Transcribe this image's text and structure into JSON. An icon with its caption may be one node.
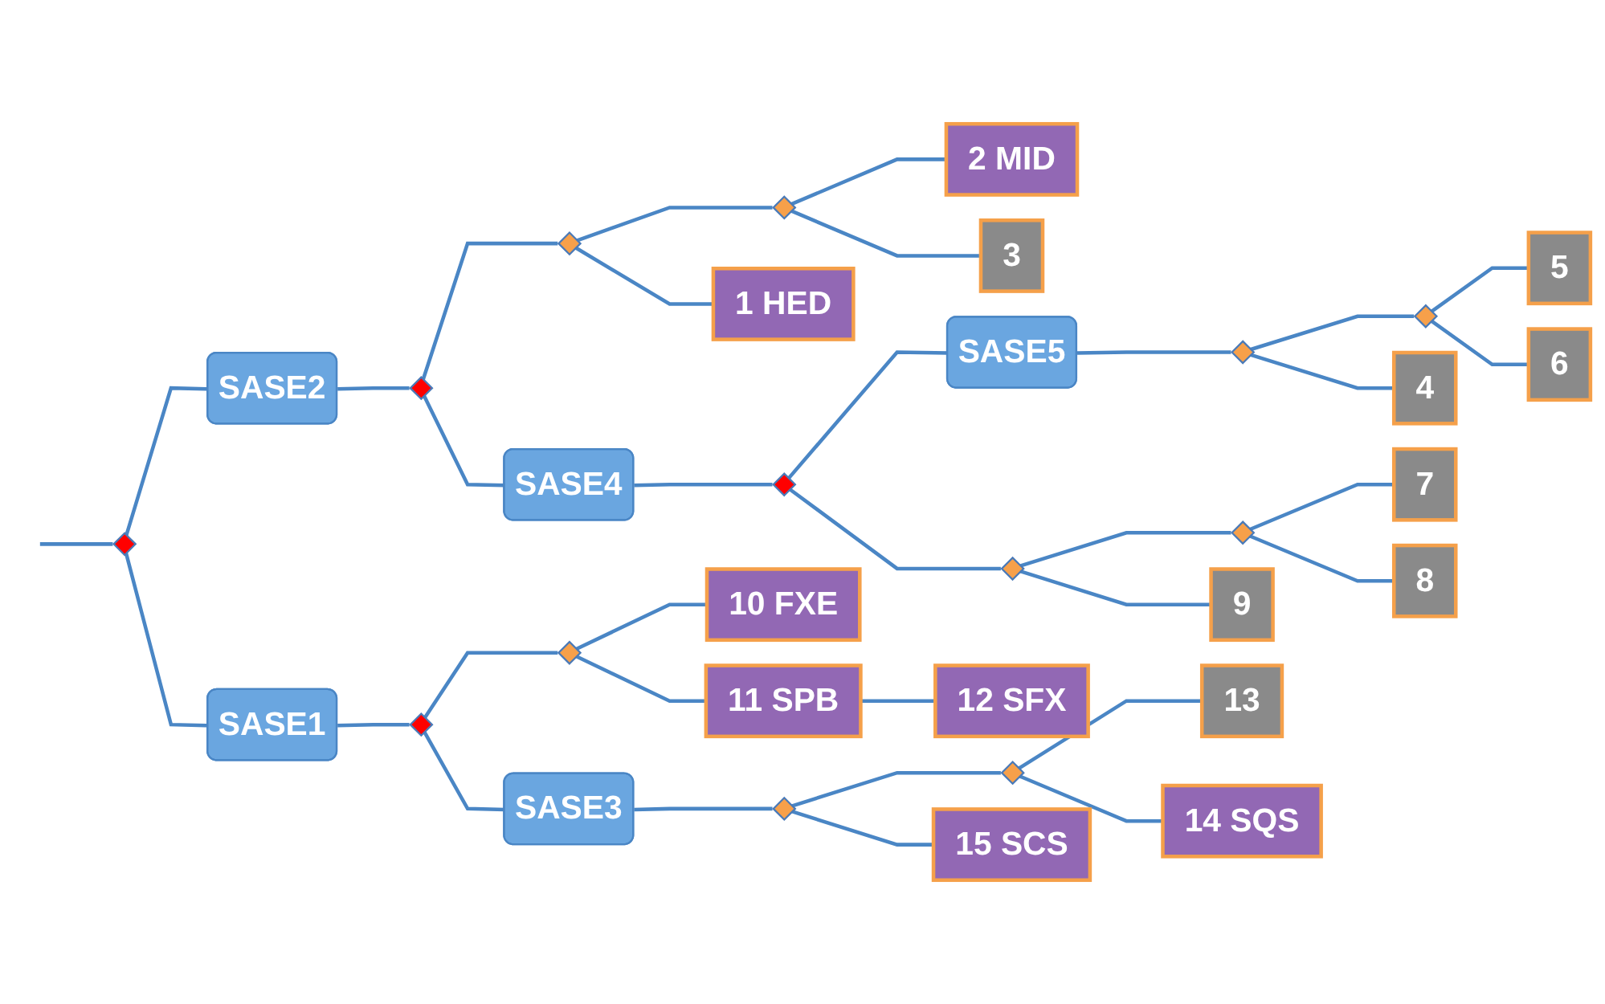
{
  "diagram": {
    "nodes": [
      {
        "text": [],
        "shape": "diamond"
      },
      {
        "text": [
          "SASE2"
        ]
      },
      {
        "text": [
          "SASE1"
        ]
      },
      {
        "text": [],
        "shape": "diamond"
      },
      {
        "text": [
          "SASE4"
        ]
      },
      {
        "text": [],
        "shape": "diamond"
      },
      {
        "text": [
          "SASE3"
        ]
      },
      {
        "text": [],
        "shape": "diamond"
      },
      {
        "text": [
          "SASE5"
        ]
      },
      {
        "text": [],
        "shape": "diamond"
      },
      {
        "text": [],
        "shape": "diamond"
      },
      {
        "text": [],
        "shape": "diamond"
      },
      {
        "text": [],
        "shape": "diamond"
      },
      {
        "text": [],
        "shape": "diamond"
      },
      {
        "text": [],
        "shape": "diamond"
      },
      {
        "text": [],
        "shape": "diamond"
      },
      {
        "text": [],
        "shape": "diamond"
      },
      {
        "text": [],
        "shape": "diamond"
      },
      {
        "text": [
          "1 HED"
        ]
      },
      {
        "text": [
          "2 MID"
        ]
      },
      {
        "text": [
          "3"
        ]
      },
      {
        "text": [
          "4"
        ]
      },
      {
        "text": [
          "5"
        ]
      },
      {
        "text": [
          "6"
        ]
      },
      {
        "text": [
          "7"
        ]
      },
      {
        "text": [
          "8"
        ]
      },
      {
        "text": [
          "9"
        ]
      },
      {
        "text": [
          "10 FXE"
        ]
      },
      {
        "text": [
          "11 SPB"
        ]
      },
      {
        "text": [
          "12 SFX"
        ]
      },
      {
        "text": [
          "13"
        ]
      },
      {
        "text": [
          "14 SQS"
        ]
      },
      {
        "text": [
          "15 SCS"
        ]
      }
    ],
    "edges": [
      {
        "from": null,
        "to": 0,
        "arrow": "none"
      },
      {
        "from": 0,
        "to": 1,
        "arrow": "none"
      },
      {
        "from": 0,
        "to": 2,
        "arrow": "none"
      },
      {
        "from": 1,
        "to": 3,
        "arrow": "none"
      },
      {
        "from": 2,
        "to": 5,
        "arrow": "none"
      },
      {
        "from": 3,
        "to": 9,
        "arrow": "none"
      },
      {
        "from": 3,
        "to": 4,
        "arrow": "none"
      },
      {
        "from": 4,
        "to": 7,
        "arrow": "none"
      },
      {
        "from": 7,
        "to": 8,
        "arrow": "none"
      },
      {
        "from": 7,
        "to": 13,
        "arrow": "none"
      },
      {
        "from": 8,
        "to": 11,
        "arrow": "none"
      },
      {
        "from": 9,
        "to": 10,
        "arrow": "none"
      },
      {
        "from": 9,
        "to": 18,
        "arrow": "none"
      },
      {
        "from": 10,
        "to": 19,
        "arrow": "none"
      },
      {
        "from": 10,
        "to": 20,
        "arrow": "none"
      },
      {
        "from": 11,
        "to": 12,
        "arrow": "none"
      },
      {
        "from": 11,
        "to": 21,
        "arrow": "none"
      },
      {
        "from": 12,
        "to": 22,
        "arrow": "none"
      },
      {
        "from": 12,
        "to": 23,
        "arrow": "none"
      },
      {
        "from": 13,
        "to": 14,
        "arrow": "none"
      },
      {
        "from": 14,
        "to": 24,
        "arrow": "none"
      },
      {
        "from": 14,
        "to": 25,
        "arrow": "none"
      },
      {
        "from": 13,
        "to": 26,
        "arrow": "none"
      },
      {
        "from": 5,
        "to": 15,
        "arrow": "none"
      },
      {
        "from": 5,
        "to": 6,
        "arrow": "none"
      },
      {
        "from": 15,
        "to": 27,
        "arrow": "none"
      },
      {
        "from": 15,
        "to": 28,
        "arrow": "none"
      },
      {
        "from": 28,
        "to": 29,
        "arrow": "none"
      },
      {
        "from": 6,
        "to": 16,
        "arrow": "none"
      },
      {
        "from": 16,
        "to": 17,
        "arrow": "none"
      },
      {
        "from": 17,
        "to": 30,
        "arrow": "none"
      },
      {
        "from": 17,
        "to": 31,
        "arrow": "none"
      },
      {
        "from": 16,
        "to": 32,
        "arrow": "none"
      }
    ]
  }
}
